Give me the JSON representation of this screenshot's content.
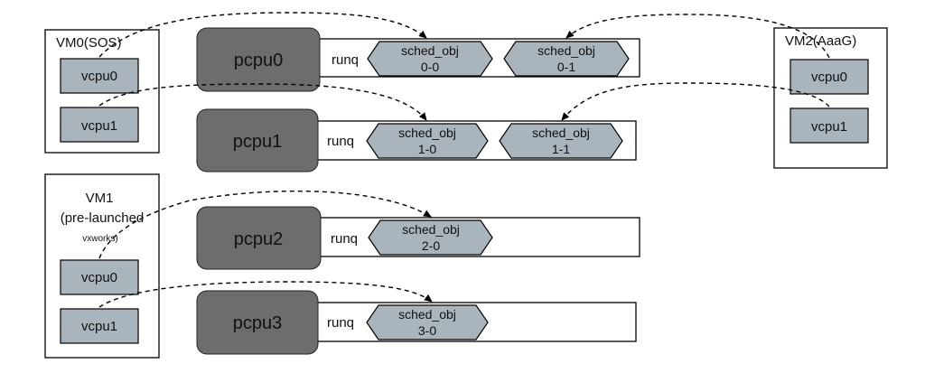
{
  "vms": {
    "vm0": {
      "title": "VM0(SOS)",
      "vcpu0": "vcpu0",
      "vcpu1": "vcpu1"
    },
    "vm1": {
      "title_line1": "VM1",
      "title_line2": "(pre-launched",
      "title_line3": "vxworks)",
      "vcpu0": "vcpu0",
      "vcpu1": "vcpu1"
    },
    "vm2": {
      "title": "VM2(AaaG)",
      "vcpu0": "vcpu0",
      "vcpu1": "vcpu1"
    }
  },
  "pcpus": [
    {
      "label": "pcpu0",
      "runq": "runq",
      "sched": [
        {
          "line1": "sched_obj",
          "line2": "0-0"
        },
        {
          "line1": "sched_obj",
          "line2": "0-1"
        }
      ]
    },
    {
      "label": "pcpu1",
      "runq": "runq",
      "sched": [
        {
          "line1": "sched_obj",
          "line2": "1-0"
        },
        {
          "line1": "sched_obj",
          "line2": "1-1"
        }
      ]
    },
    {
      "label": "pcpu2",
      "runq": "runq",
      "sched": [
        {
          "line1": "sched_obj",
          "line2": "2-0"
        }
      ]
    },
    {
      "label": "pcpu3",
      "runq": "runq",
      "sched": [
        {
          "line1": "sched_obj",
          "line2": "3-0"
        }
      ]
    }
  ],
  "colors": {
    "vcpu_fill": "#a9b4bd",
    "pcpu_fill": "#6d6d6d",
    "sched_fill": "#a9b4bd"
  }
}
